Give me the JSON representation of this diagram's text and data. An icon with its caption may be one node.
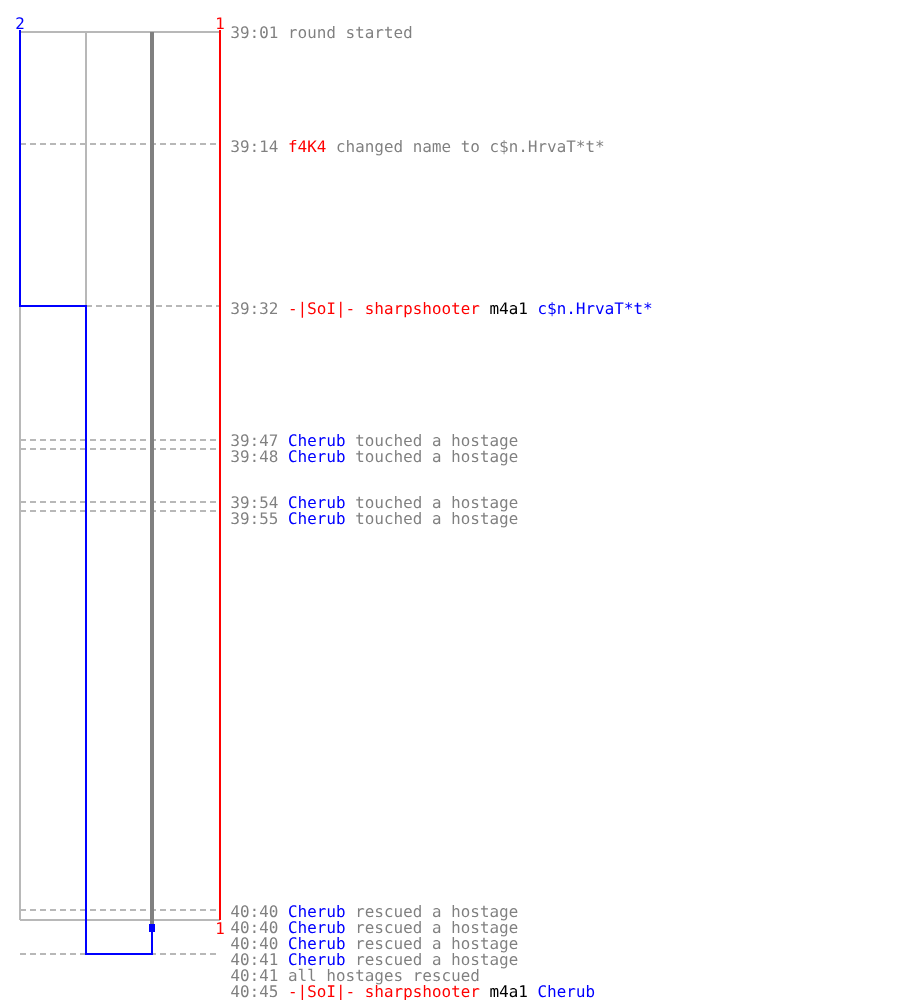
{
  "diagram": {
    "labels": [
      "2",
      "1",
      "39:01",
      "round started",
      "39:14",
      "f4K4",
      "changed name to c$n.HrvaT*t*",
      "39:32",
      "-|SoI|- sharpshooter",
      "m4a1",
      "c$n.HrvaT*t*",
      "39:47",
      "Cherub",
      "touched a hostage",
      "39:48",
      "Cherub",
      "touched a hostage",
      "39:54",
      "Cherub",
      "touched a hostage",
      "39:55",
      "Cherub",
      "touched a hostage",
      "40:40",
      "Cherub",
      "rescued a hostage",
      "1",
      "40:40",
      "Cherub",
      "rescued a hostage",
      "40:40",
      "Cherub",
      "rescued a hostage",
      "40:41",
      "Cherub",
      "rescued a hostage",
      "40:41",
      "all hostages rescued",
      "40:45",
      "-|SoI|- sharpshooter",
      "m4a1",
      "Cherub"
    ]
  }
}
